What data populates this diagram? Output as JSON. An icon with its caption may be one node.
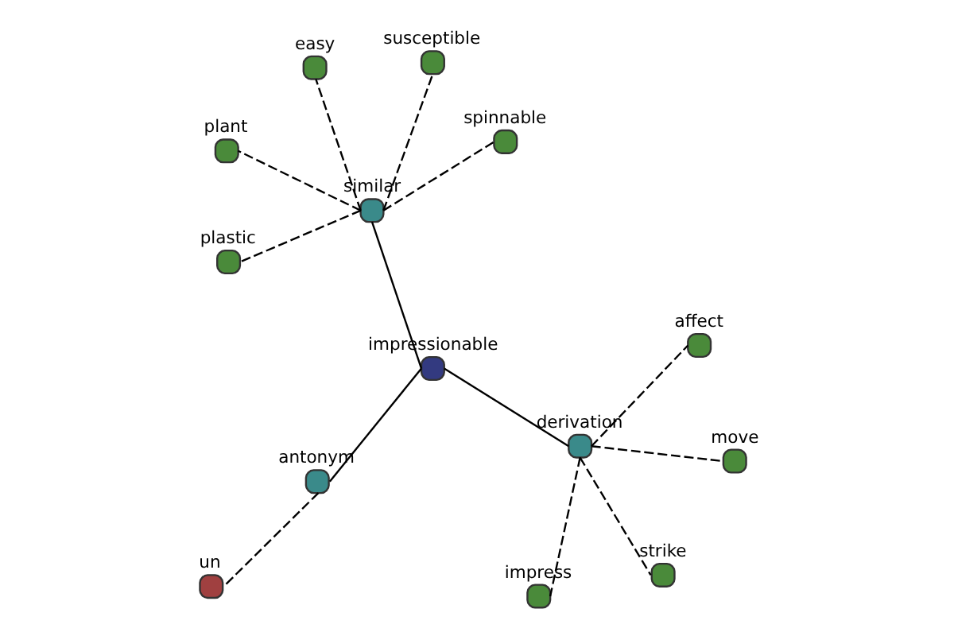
{
  "diagram": {
    "nodes": [
      {
        "text": [
          "plastic"
        ]
      },
      {
        "text": [
          "susceptible"
        ]
      },
      {
        "text": [
          "un"
        ]
      },
      {
        "text": [
          "easy"
        ]
      },
      {
        "text": [
          "similar"
        ]
      },
      {
        "text": [
          "plant"
        ]
      },
      {
        "text": [
          "antonym"
        ]
      },
      {
        "text": [
          "spinnable"
        ]
      },
      {
        "text": [
          "impressionable"
        ]
      },
      {
        "text": [
          "strike"
        ]
      },
      {
        "text": [
          "impress"
        ]
      },
      {
        "text": [
          "derivation"
        ]
      },
      {
        "text": [
          "move"
        ]
      },
      {
        "text": [
          "affect"
        ]
      }
    ],
    "edges": [
      {
        "from": 8,
        "to": 4,
        "arrow": "none"
      },
      {
        "from": 8,
        "to": 6,
        "arrow": "none"
      },
      {
        "from": 8,
        "to": 11,
        "arrow": "none"
      },
      {
        "from": 4,
        "to": 1,
        "arrow": "none",
        "style": "dashed"
      },
      {
        "from": 4,
        "to": 0,
        "arrow": "none",
        "style": "dashed"
      },
      {
        "from": 4,
        "to": 3,
        "arrow": "none",
        "style": "dashed"
      },
      {
        "from": 4,
        "to": 5,
        "arrow": "none",
        "style": "dashed"
      },
      {
        "from": 4,
        "to": 7,
        "arrow": "none",
        "style": "dashed"
      },
      {
        "from": 6,
        "to": 2,
        "arrow": "none",
        "style": "dashed"
      },
      {
        "from": 11,
        "to": 9,
        "arrow": "none",
        "style": "dashed"
      },
      {
        "from": 11,
        "to": 10,
        "arrow": "none",
        "style": "dashed"
      },
      {
        "from": 11,
        "to": 12,
        "arrow": "none",
        "style": "dashed"
      },
      {
        "from": 11,
        "to": 13,
        "arrow": "none",
        "style": "dashed"
      }
    ]
  }
}
